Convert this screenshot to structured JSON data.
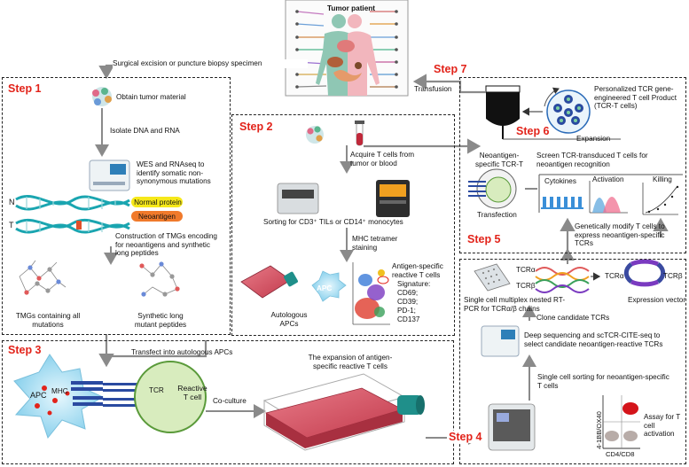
{
  "patient": {
    "title": "Tumor patient"
  },
  "arrows": {
    "surgical": "Surgical excision or puncture biopsy specimen",
    "transfusion": "Transfusion",
    "transfect": "Transfect into autologous APCs"
  },
  "steps": {
    "s1": "Step 1",
    "s2": "Step 2",
    "s3": "Step 3",
    "s4": "Step 4",
    "s5": "Step 5",
    "s6": "Step 6",
    "s7": "Step 7"
  },
  "step1": {
    "obtain": "Obtain tumor material",
    "isolate": "Isolate DNA and RNA",
    "wes": "WES and RNAseq to identify somatic non-synonymous mutations",
    "n": "N",
    "t": "T",
    "normal": "Normal protein",
    "neo": "Neoantigen",
    "construct": "Construction of TMGs encoding for neoantigens and synthetic long peptides",
    "tmg": "TMGs containing all mutations",
    "slp": "Synthetic long mutant peptides"
  },
  "step2": {
    "acquire": "Acquire T cells from tumor or blood",
    "sorting": "Sorting for CD3⁺ TILs or CD14⁺ monocytes",
    "mhc": "MHC tetramer staining",
    "apc": "APC",
    "autologous": "Autologous APCs",
    "antigen_title": "Antigen-specific reactive T cells",
    "signature": "Signature:",
    "markers": [
      "CD69;",
      "CD39;",
      "PD-1;",
      "CD137"
    ]
  },
  "step3": {
    "apc": "APC",
    "mhc": "MHC",
    "tcr": "TCR",
    "reactive": "Reactive T cell",
    "coculture": "Co-culture",
    "expansion": "The expansion of antigen-specific reactive T cells"
  },
  "step4": {
    "tcra": "TCRα",
    "tcrb": "TCRβ",
    "rtpcr": "Single cell multiplex nested RT-PCR for TCRα/β chains",
    "tcra2": "TCRα",
    "tcrb2": "TCRβ",
    "vector": "Expression vector",
    "clone": "Clone candidate TCRs",
    "deepseq": "Deep sequencing and scTCR-CITE-seq to select candidate neoantigen-reactive TCRs",
    "sort": "Single cell sorting for neoantigen-specific T cells",
    "assay": "Assay for T cell activation",
    "yaxis": "4-1BB/OX40",
    "xaxis": "CD4/CD8"
  },
  "step5": {
    "tcrt": "Neoantigen-specific TCR-T",
    "transfection": "Transfection",
    "cytokines": "Cytokines",
    "activation": "Activation",
    "killing": "Killing",
    "modify": "Genetically modify T cells to express neoantigen-specific TCRs",
    "screen": "Screen TCR-transduced T cells for neoantigen recognition"
  },
  "step6": {
    "product": "Personalized TCR gene-engineered T cell Product (TCR-T cells)",
    "expansion": "Expansion"
  },
  "colors": {
    "step": "#e2231a",
    "arrow": "#8a8a8a",
    "normal": "#f6e81a",
    "neo": "#f07a2b",
    "flask": "#d44e5e",
    "cap": "#1f8f8a",
    "apc": "#8fd6f0",
    "tcell": "#d8ecbe"
  }
}
